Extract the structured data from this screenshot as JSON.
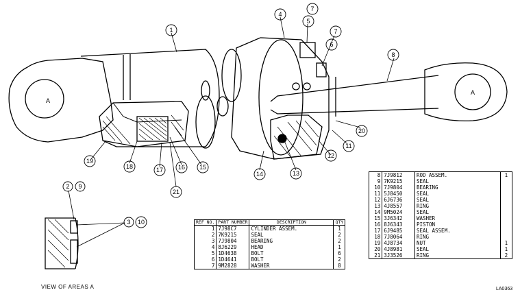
{
  "callouts": [
    "1",
    "4",
    "7",
    "5",
    "7",
    "6",
    "8",
    "19",
    "18",
    "17",
    "16",
    "15",
    "21",
    "14",
    "13",
    "12",
    "11",
    "20",
    "2",
    "9",
    "3",
    "10"
  ],
  "labels": {
    "end_a_left": "A",
    "end_a_right": "A",
    "view_of_areas": "VIEW OF AREAS A",
    "figure_id": "LA0363"
  },
  "table_left": {
    "headers": {
      "ref": "REF NO.",
      "part": "PART NUMBER",
      "desc": "DESCRIPTION",
      "qty": "QTY"
    },
    "rows": [
      {
        "ref": "1",
        "part": "7J98C7",
        "desc": "CYLINDER ASSEM.",
        "qty": "1"
      },
      {
        "ref": "2",
        "part": "7K9215",
        "desc": "SEAL",
        "qty": "2"
      },
      {
        "ref": "3",
        "part": "7J9804",
        "desc": "BEARING",
        "qty": "2"
      },
      {
        "ref": "4",
        "part": "8J6229",
        "desc": "HEAD",
        "qty": "1"
      },
      {
        "ref": "5",
        "part": "1D4638",
        "desc": "BOLT",
        "qty": "6"
      },
      {
        "ref": "6",
        "part": "1D4641",
        "desc": "BOLT",
        "qty": "2"
      },
      {
        "ref": "7",
        "part": "9M2828",
        "desc": "WASHER",
        "qty": "8"
      }
    ]
  },
  "table_right": {
    "rows": [
      {
        "ref": "8",
        "part": "7J9812",
        "desc": "ROD ASSEM.",
        "qty": "1"
      },
      {
        "ref": "9",
        "part": "7K9215",
        "desc": "SEAL",
        "qty": ""
      },
      {
        "ref": "10",
        "part": "7J9804",
        "desc": "BEARING",
        "qty": ""
      },
      {
        "ref": "11",
        "part": "5J8450",
        "desc": "SEAL",
        "qty": ""
      },
      {
        "ref": "12",
        "part": "6J6736",
        "desc": "SEAL",
        "qty": ""
      },
      {
        "ref": "13",
        "part": "4J8557",
        "desc": "RING",
        "qty": ""
      },
      {
        "ref": "14",
        "part": "9M5024",
        "desc": "SEAL",
        "qty": ""
      },
      {
        "ref": "15",
        "part": "3J6342",
        "desc": "WASHER",
        "qty": ""
      },
      {
        "ref": "16",
        "part": "8J6343",
        "desc": "PISTON",
        "qty": ""
      },
      {
        "ref": "17",
        "part": "6J9485",
        "desc": "SEAL ASSEM.",
        "qty": ""
      },
      {
        "ref": "18",
        "part": "7J8064",
        "desc": "RING",
        "qty": ""
      },
      {
        "ref": "19",
        "part": "4J8734",
        "desc": "NUT",
        "qty": "1"
      },
      {
        "ref": "20",
        "part": "4J8981",
        "desc": "SEAL",
        "qty": "1"
      },
      {
        "ref": "21",
        "part": "3J3526",
        "desc": "RING",
        "qty": "2"
      }
    ]
  }
}
